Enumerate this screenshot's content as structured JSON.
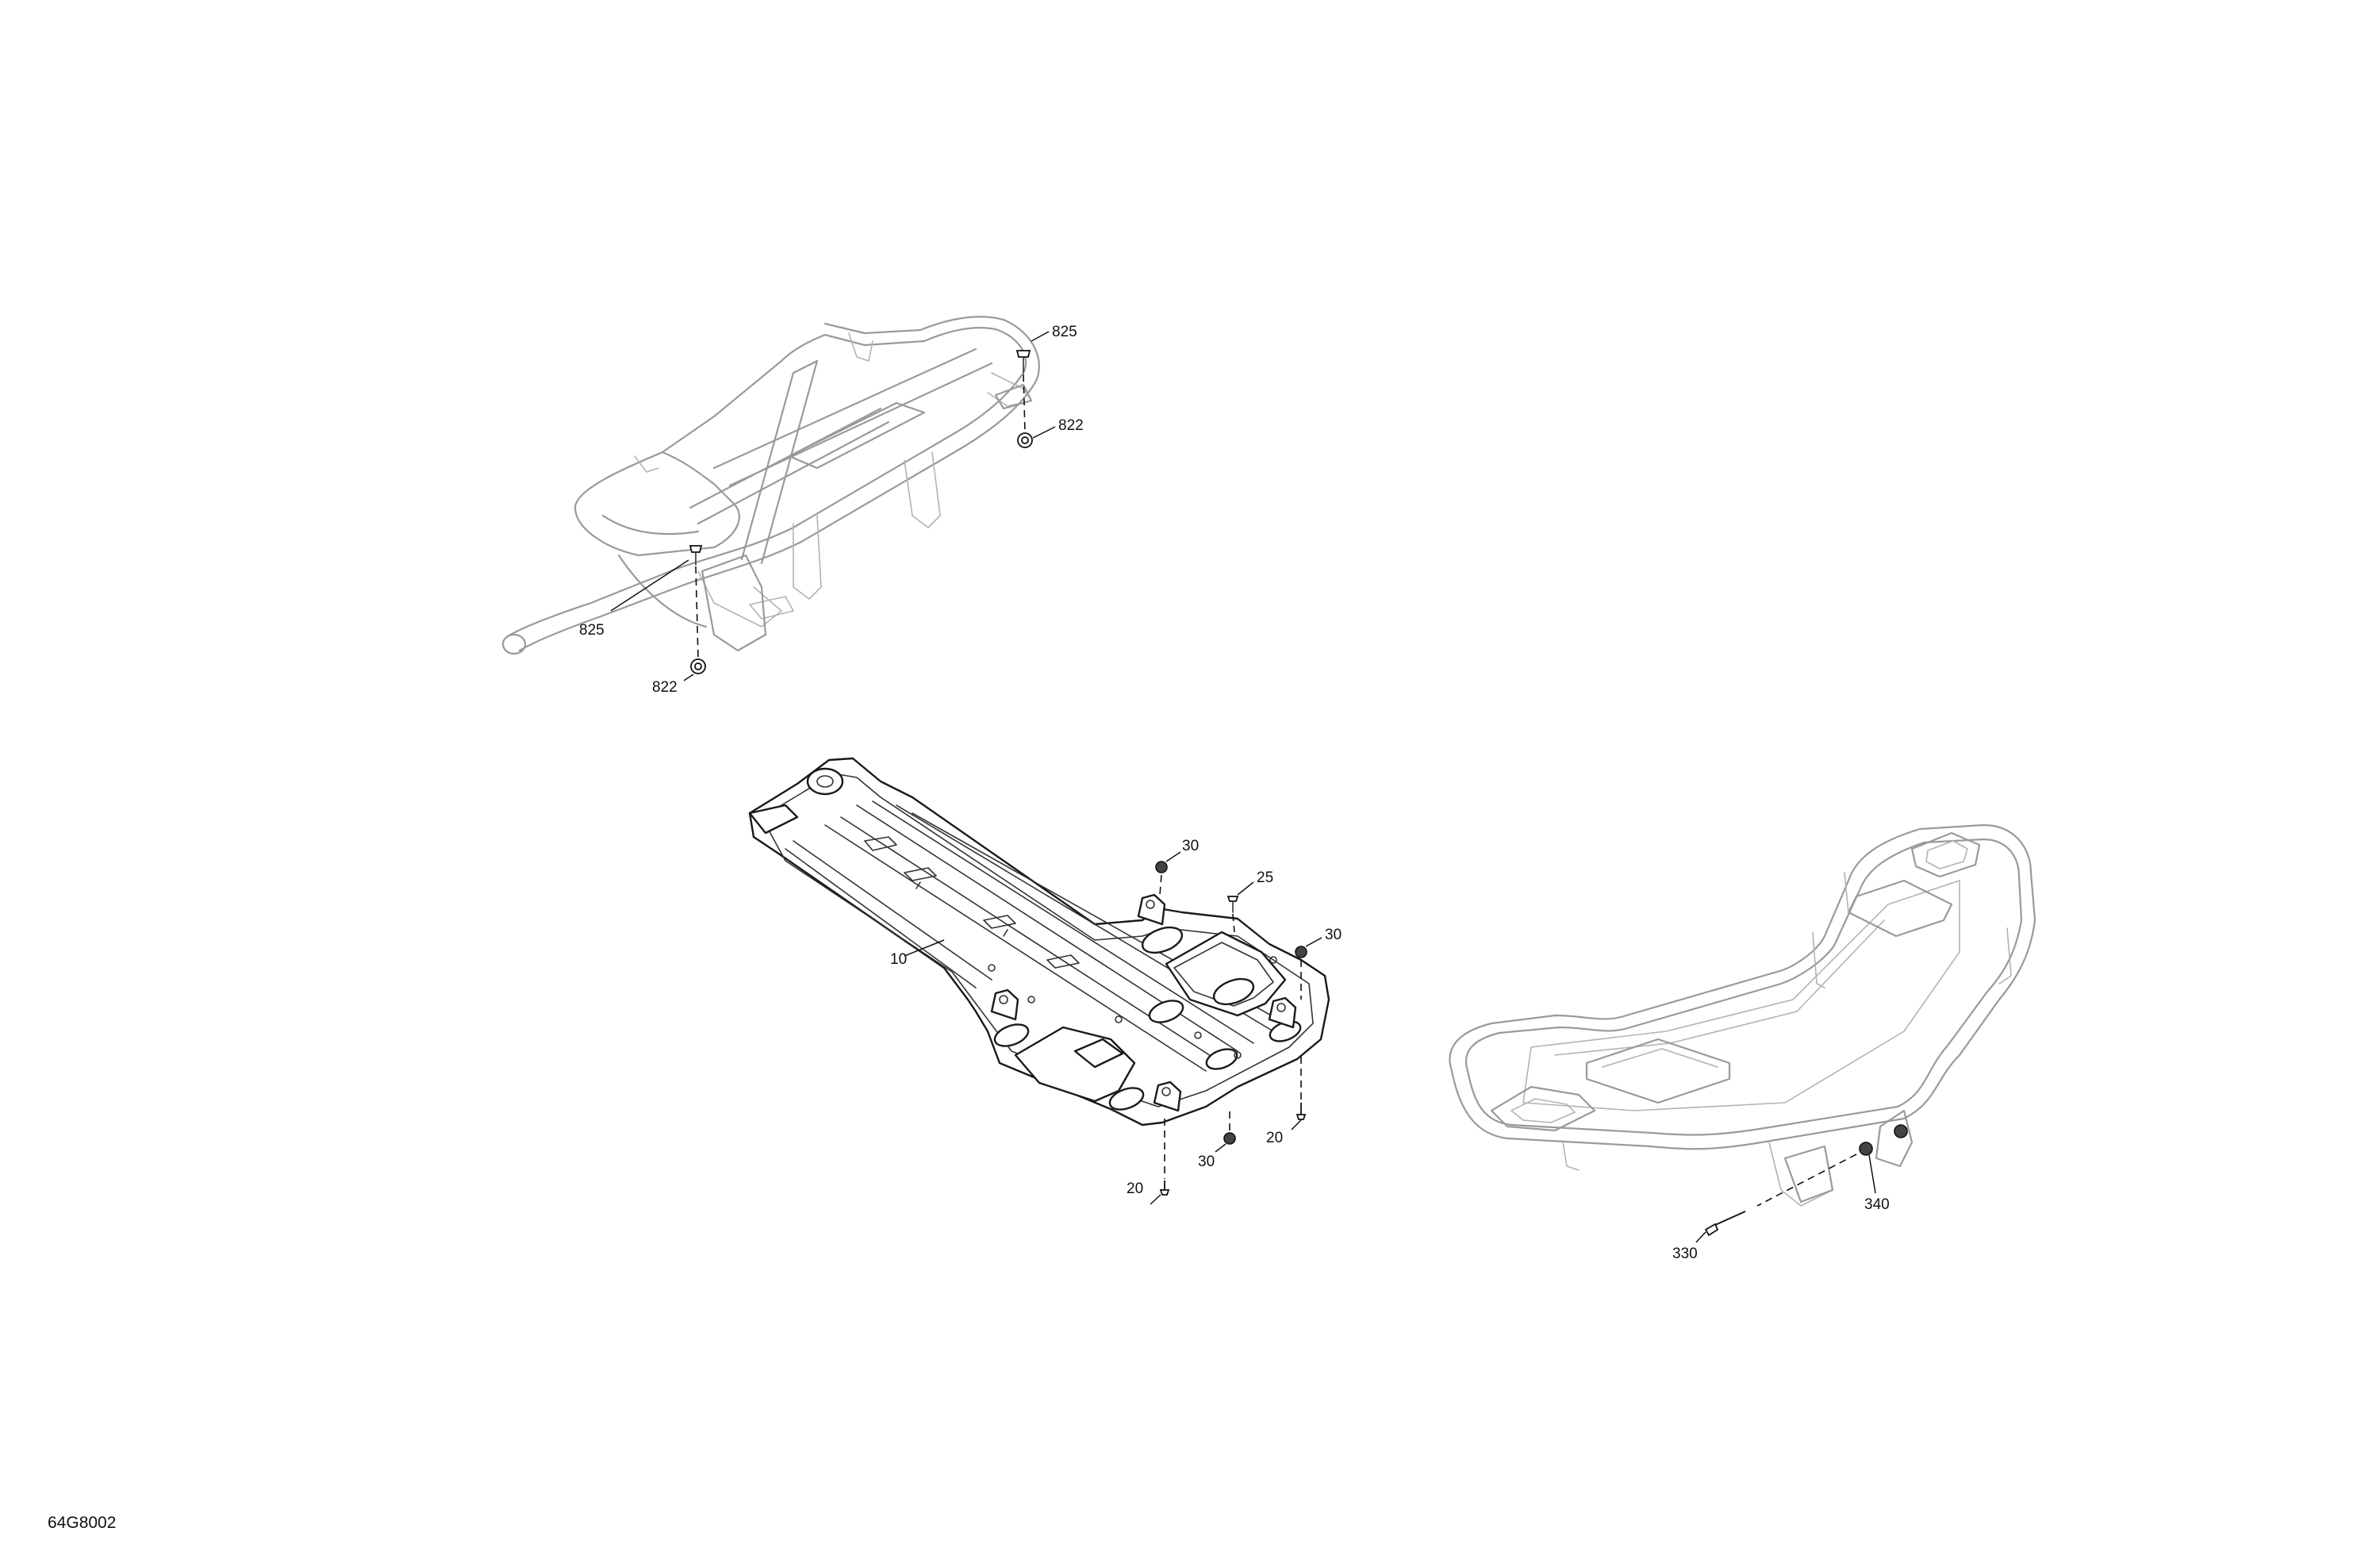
{
  "drawing_number": "64G8002",
  "callouts": {
    "c825_top": "825",
    "c822_top": "822",
    "c825_left": "825",
    "c822_bottom": "822",
    "c30_a": "30",
    "c25": "25",
    "c30_b": "30",
    "c10": "10",
    "c20_right": "20",
    "c30_c": "30",
    "c20_bottom": "20",
    "c340": "340",
    "c330": "330"
  }
}
